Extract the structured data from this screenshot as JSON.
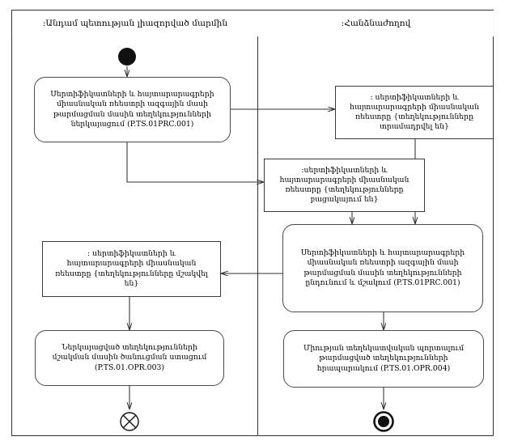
{
  "diagram": {
    "type": "uml-activity-diagram",
    "lanes": [
      {
        "id": "lane-member-state",
        "title": ":Անդամ պետության լիազորված մարմին"
      },
      {
        "id": "lane-commission",
        "title": ":Հանձնաժողով"
      }
    ],
    "nodes": [
      {
        "id": "initial-node",
        "kind": "initial",
        "label": ""
      },
      {
        "id": "action-submit-national-data",
        "kind": "action",
        "label": "Սերտիֆիկատների և հայտարարագրերի\nմիասնական ռեեստրի ազգային մասի\nթարմացման մասին տեղեկությունների\nներկայացում (P.TS.01PRC.001)"
      },
      {
        "id": "state-data-sent",
        "kind": "state",
        "label": ": սերտիֆիկատների և\nհայտարարագրերի միասնական\nռեեստրը {տեղեկությունները\nտրամադրվել են}"
      },
      {
        "id": "state-data-received",
        "kind": "state",
        "label": ":սերտիֆիկատների և\nհայտարարագրերի միասնական\nռեեստրը {տեղեկությունները\nբացակայում են}"
      },
      {
        "id": "action-receive-and-process",
        "kind": "action",
        "label": "Սերտիֆիկատների և հայտարարագրերի\nմիասնական ռեեստրի ազգային մասի\nթարմացման մասին տեղեկությունների\nընդունում և մշակում (P.TS.01PRC.001)"
      },
      {
        "id": "state-data-processed",
        "kind": "state",
        "label": ": սերտիֆիկատների և\nհայտարարագրերի միասնական\nռեեստրը {տեղեկությունները մշակվել են}"
      },
      {
        "id": "action-receive-notification",
        "kind": "action",
        "label": "Ներկայացված տեղեկությունների\nմշակման մասին ծանուցման ստացում\n(P.TS.01.OPR.003)"
      },
      {
        "id": "action-publish-data",
        "kind": "action",
        "label": "Միության տեղեկատվական պորտալում\nթարմացված տեղեկությունների\nհրապարակում (P.TS.01.OPR.004)"
      },
      {
        "id": "flow-final-node",
        "kind": "flow-final",
        "label": ""
      },
      {
        "id": "activity-final-node",
        "kind": "activity-final",
        "label": ""
      }
    ],
    "colors": {
      "stroke": "#3a3a3a",
      "fill": "#ffffff",
      "node_fill": "#ffffff",
      "text": "#000000",
      "final_node": "#111111"
    }
  }
}
